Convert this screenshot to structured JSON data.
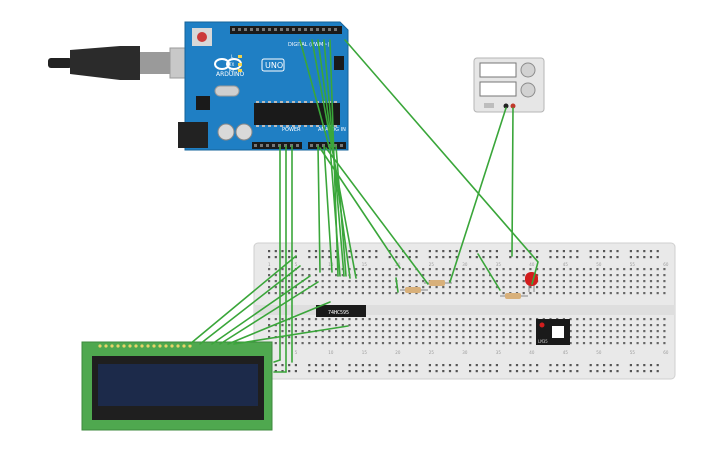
{
  "arduino": {
    "brand": "ARDUINO",
    "model": "UNO",
    "digital_header": "DIGITAL (PWM~)",
    "power_label": "POWER",
    "analog_label": "ANALOG IN",
    "led_l": "L",
    "led_tx": "TX",
    "led_rx": "RX",
    "infinity_icon": "infinity-logo-icon"
  },
  "usb_cable": {
    "icon": "usb-plug-icon"
  },
  "breadboard": {
    "column_numbers": [
      "1",
      "5",
      "10",
      "15",
      "20",
      "25",
      "30",
      "35",
      "40",
      "45",
      "50",
      "55",
      "60"
    ]
  },
  "shift_register": {
    "label": "74HC595"
  },
  "lcd": {
    "pin_count": 16
  },
  "power_supply": {
    "icon": "bench-power-supply-icon"
  },
  "led": {
    "color": "#d21e1e"
  },
  "temperature_sensor": {
    "label": "LM35"
  },
  "colors": {
    "wire": "#3aa63a",
    "arduino_board": "#1f7fc4",
    "breadboard": "#e9e9e9",
    "lcd_pcb": "#4fa84f",
    "lcd_screen": "#1c2a4a"
  }
}
